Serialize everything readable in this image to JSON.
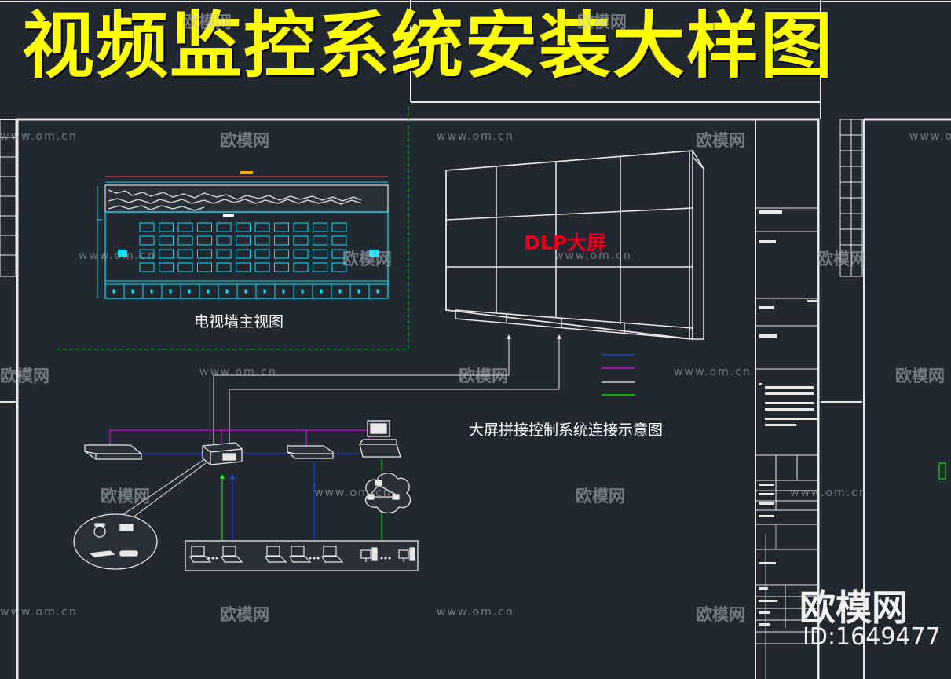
{
  "title": "视频监控系统安装大样图",
  "tv_wall_caption": "电视墙主视图",
  "dlp_label": "DLP大屏",
  "splice_caption": "大屏拼接控制系统连接示意图",
  "watermark": {
    "url": "www.om.cn",
    "brand": "欧模网"
  },
  "brand_overlay": {
    "name": "欧模网",
    "id": "ID:1649477"
  },
  "colors": {
    "background": "#212830",
    "title": "#ffff00",
    "dlp_label": "#e8001c",
    "cyan_lines": "#00e5ff",
    "green_dashed": "#00c800",
    "magenta_lines": "#ff00ff",
    "blue_lines": "#2040ff",
    "green_lines": "#00ff00"
  }
}
